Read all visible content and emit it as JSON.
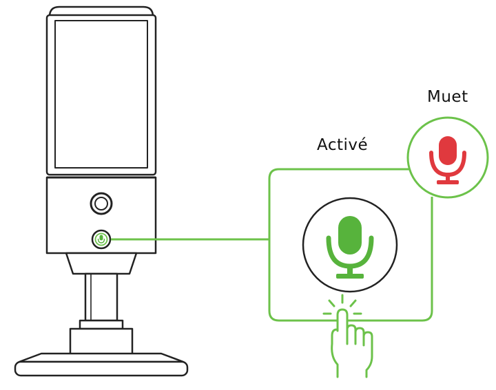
{
  "labels": {
    "active": "Activé",
    "mute": "Muet"
  },
  "colors": {
    "active_green": "#57b33c",
    "frame_green": "#6cc24a",
    "mute_red": "#e0393e",
    "outline": "#222222"
  },
  "icons": {
    "device": "microphone-device",
    "mic_button": "mic-mute-button",
    "active_state": "microphone-icon",
    "mute_state": "microphone-icon",
    "hand": "hand-pointer-icon"
  }
}
